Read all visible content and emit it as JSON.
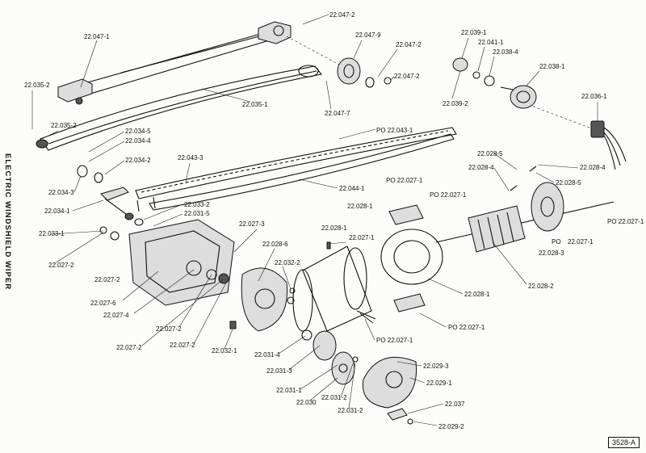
{
  "side_title": "ELECTRIC WINDSHIELD WIPER",
  "figure_number": "3528-A",
  "labels": [
    "22.047-2",
    "22.047-1",
    "22.047-9",
    "22.047-2",
    "22.047-2",
    "22.039-1",
    "22.041-1",
    "22.038-4",
    "22.038-1",
    "22.036-1",
    "22.035-2",
    "22.035-2",
    "22.035-1",
    "22.047-7",
    "22.039-2",
    "22.034-5",
    "22.034-4",
    "PO 22.043-1",
    "22.043-3",
    "22.034-2",
    "22.034-3",
    "22.044-1",
    "22.028-5",
    "22.028-4",
    "22.028-4",
    "22.028-5",
    "22.034-1",
    "22.033-2",
    "22.031-5",
    "PO 22.027-1",
    "PO 22.027-1",
    "22.028-1",
    "22.033-1",
    "22.027-3",
    "22.028-1",
    "PO 22.027-1",
    "22.027-1",
    "22.027-2",
    "22.028-6",
    "PO",
    "22.027-1",
    "22.028-3",
    "22.027-2",
    "22.032-2",
    "22.027-6",
    "22.028-2",
    "22.027-4",
    "22.028-1",
    "22.027-2",
    "PO 22.027-1",
    "22.027-2",
    "22.027-2",
    "PO 22.027-1",
    "22.032-1",
    "22.031-4",
    "22.029-3",
    "22.031-3",
    "22.029-1",
    "22.031-1",
    "22.031-2",
    "22.030",
    "22.037",
    "22.031-2",
    "22.029-2"
  ]
}
